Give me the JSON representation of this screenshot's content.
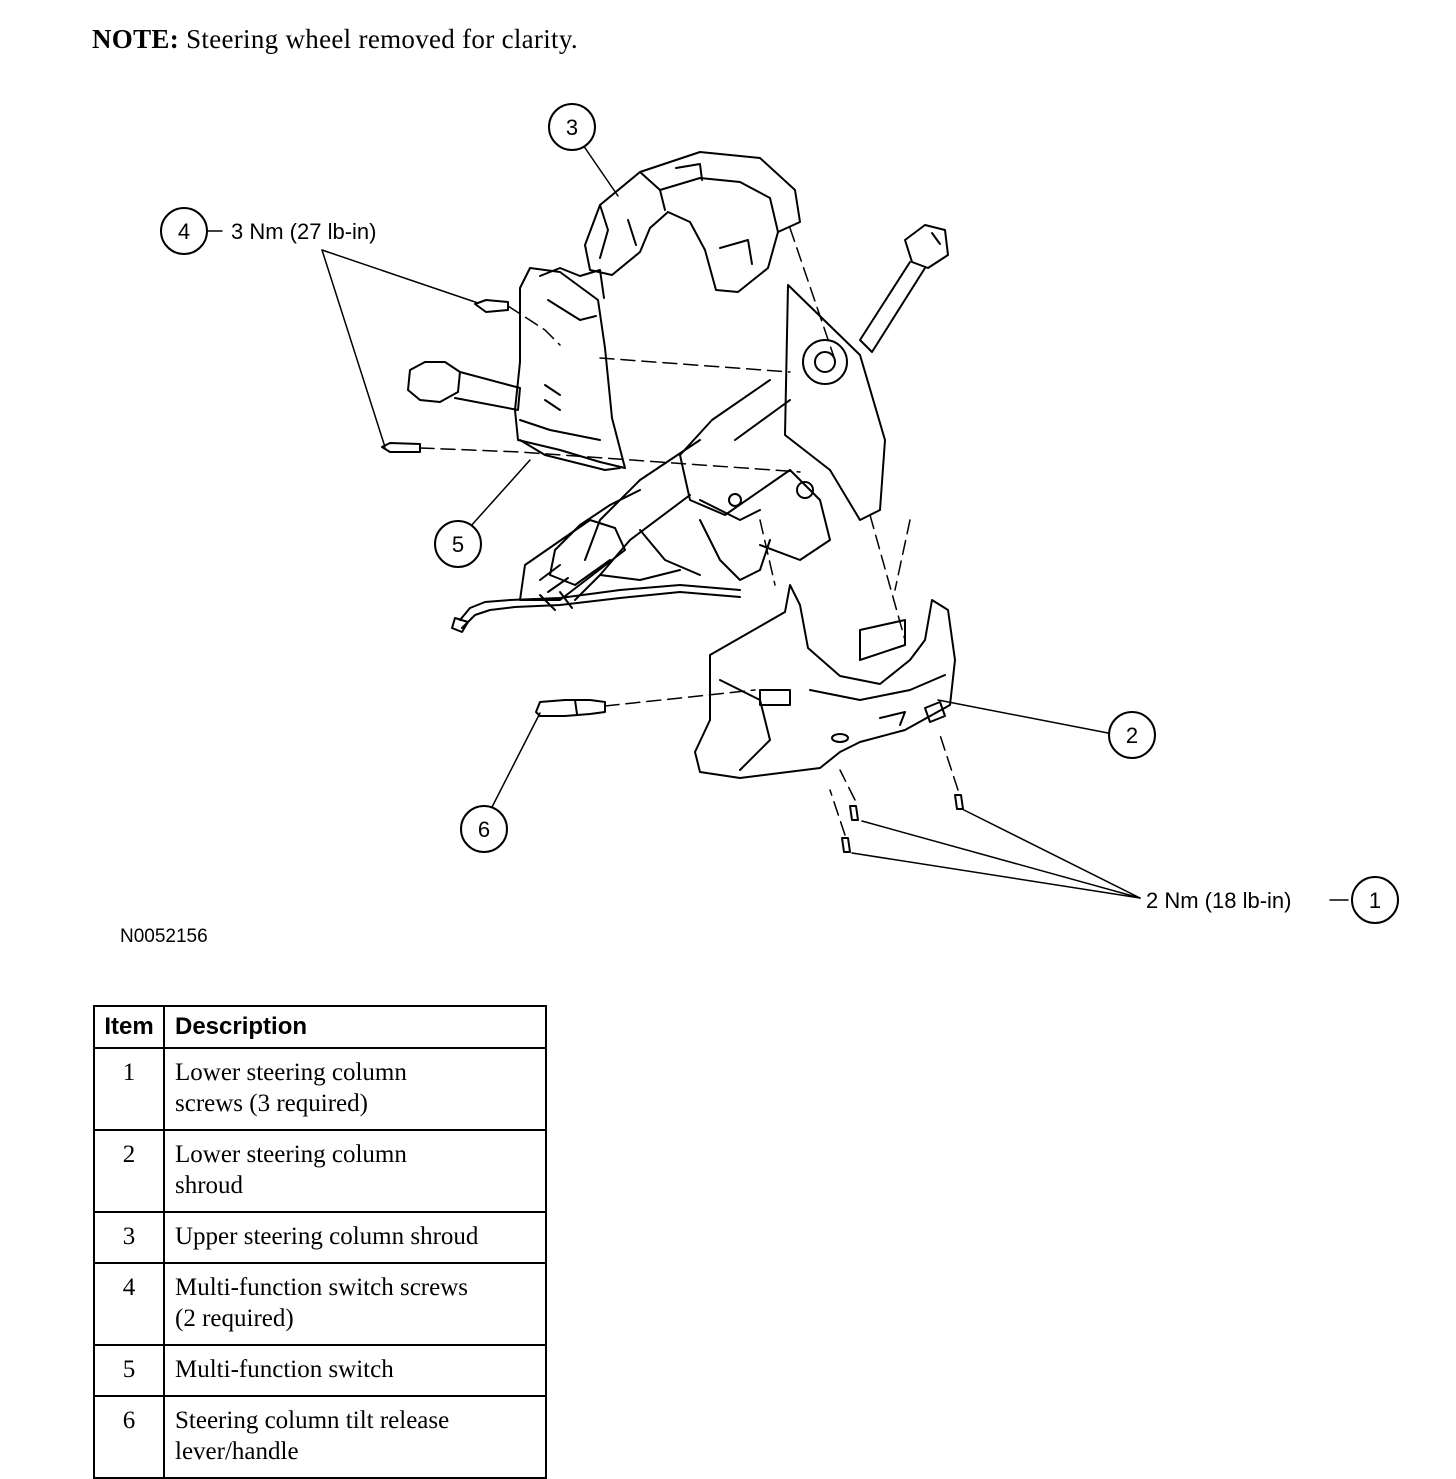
{
  "note": {
    "label": "NOTE:",
    "text": "Steering wheel removed for clarity."
  },
  "callouts": [
    {
      "number": "1",
      "torque": "2 Nm (18 lb-in)"
    },
    {
      "number": "2"
    },
    {
      "number": "3"
    },
    {
      "number": "4",
      "torque": "3 Nm (27 lb-in)"
    },
    {
      "number": "5"
    },
    {
      "number": "6"
    }
  ],
  "figure_id": "N0052156",
  "legend": {
    "headers": [
      "Item",
      "Description"
    ],
    "rows": [
      {
        "item": "1",
        "description": [
          "Lower steering column",
          "screws (3 required)"
        ]
      },
      {
        "item": "2",
        "description": [
          "Lower steering column",
          "shroud"
        ]
      },
      {
        "item": "3",
        "description": [
          "Upper steering column shroud"
        ]
      },
      {
        "item": "4",
        "description": [
          "Multi-function switch screws",
          "(2 required)"
        ]
      },
      {
        "item": "5",
        "description": [
          "Multi-function switch"
        ]
      },
      {
        "item": "6",
        "description": [
          "Steering column tilt release",
          "lever/handle"
        ]
      }
    ]
  }
}
